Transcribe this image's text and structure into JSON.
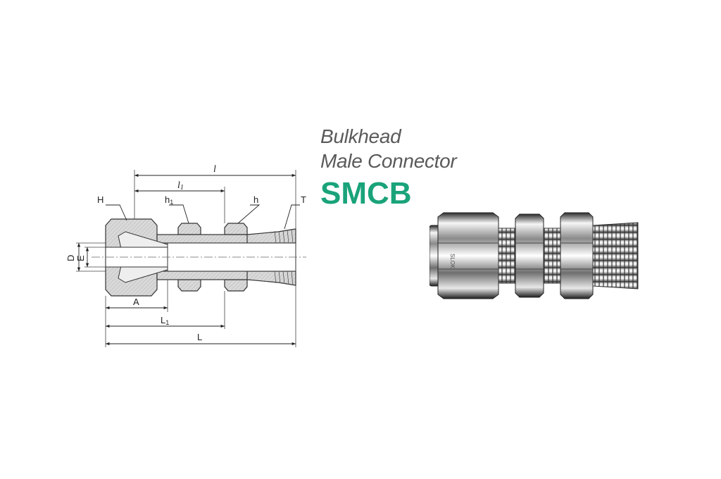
{
  "product": {
    "title_line1": "Bulkhead",
    "title_line2": "Male Connector",
    "code": "SMCB",
    "code_color": "#1aa37a"
  },
  "drawing_labels": {
    "l": "l",
    "l1_base": "l",
    "l1_sub": "1",
    "H": "H",
    "h1_base": "h",
    "h1_sub": "1",
    "h": "h",
    "T": "T",
    "D": "D",
    "E": "E",
    "A": "A",
    "L1_base": "L",
    "L1_sub": "1",
    "L": "L"
  },
  "photo": {
    "nut_mark": "SLOK"
  }
}
